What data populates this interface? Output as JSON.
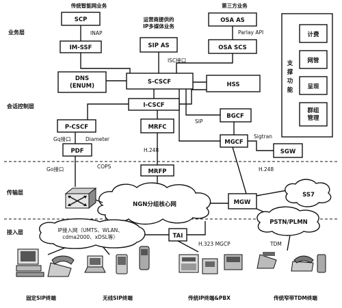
{
  "diagram": {
    "top_labels": {
      "smart_net": "传统智能网业务",
      "ims_services": "运营商提供的\nIP多媒体业务",
      "third_party": "第三方业务"
    },
    "layers": {
      "service": "业务层",
      "session": "会话控制层",
      "transport": "传输层",
      "access": "接入层"
    },
    "nodes": {
      "scp": "SCP",
      "im_ssf": "IM-SSF",
      "sip_as": "SIP AS",
      "osa_as": "OSA AS",
      "osa_scs": "OSA SCS",
      "dns": "DNS\n(ENUM)",
      "s_cscf": "S-CSCF",
      "hss": "HSS",
      "i_cscf": "I-CSCF",
      "bgcf": "BGCF",
      "p_cscf": "P-CSCF",
      "mrfc": "MRFC",
      "mgcf": "MGCF",
      "sgw": "SGW",
      "pdf": "PDF",
      "mrfp": "MRFP",
      "mgw": "MGW",
      "tai": "TAI"
    },
    "support": {
      "title": "支\n撑\n功\n能",
      "items": [
        "计费",
        "网管",
        "呈现",
        "群组\n管理"
      ]
    },
    "interfaces": {
      "inap": "INAP",
      "parlay": "Parlay API",
      "isc": "ISC接口",
      "sip": "SIP",
      "sigtran": "Sigtran",
      "gq": "Gq接口",
      "diameter": "Diameter",
      "go": "Go接口",
      "cops": "COPS",
      "h248_a": "H.248",
      "h248_b": "H.248",
      "h323": "H.323  MGCP",
      "tdm": "TDM"
    },
    "clouds": {
      "ngn": "NGN分组核心网",
      "ss7": "SS7",
      "pstn": "PSTN/PLMN",
      "ip_access": "IP接入网（UMTS、WLAN、\ncdma2000、xDSL等）"
    },
    "terminals": [
      "固定SIP终端",
      "无线SIP终端",
      "传统IP终端&PBX",
      "传统窄带TDM终端"
    ]
  }
}
